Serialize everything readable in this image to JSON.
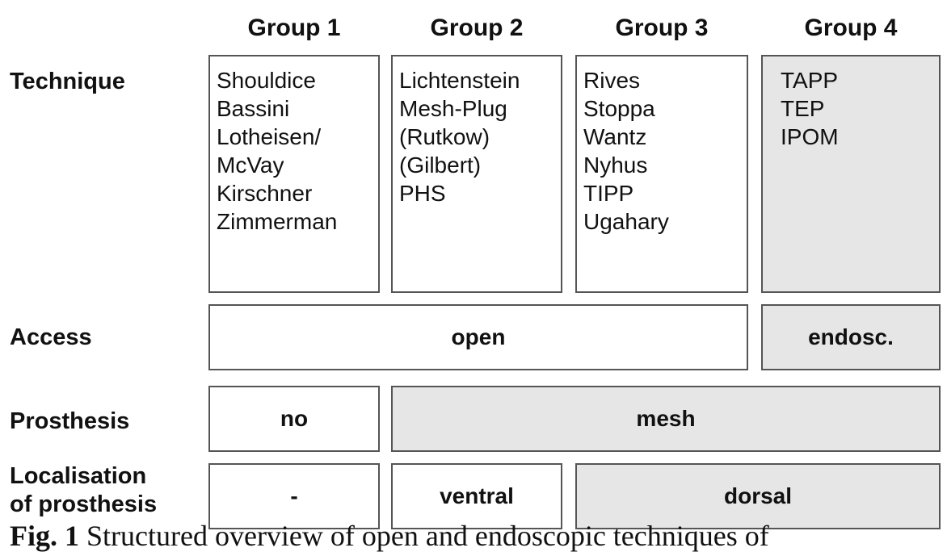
{
  "groups": [
    "Group 1",
    "Group 2",
    "Group 3",
    "Group 4"
  ],
  "rows": {
    "technique": "Technique",
    "access": "Access",
    "prosthesis": "Prosthesis",
    "localisation": [
      "Localisation",
      "of prosthesis"
    ]
  },
  "techniques": [
    [
      "Shouldice",
      "Bassini",
      "Lotheisen/",
      "McVay",
      "Kirschner",
      "Zimmerman"
    ],
    [
      "Lichtenstein",
      "Mesh-Plug",
      "(Rutkow)",
      "(Gilbert)",
      "PHS"
    ],
    [
      "Rives",
      "Stoppa",
      "Wantz",
      "Nyhus",
      "TIPP",
      "Ugahary"
    ],
    [
      "TAPP",
      "TEP",
      "IPOM"
    ]
  ],
  "access": {
    "open": "open",
    "endoscopic": "endosc."
  },
  "prosthesis": {
    "no": "no",
    "mesh": "mesh"
  },
  "localisation": {
    "none": "-",
    "ventral": "ventral",
    "dorsal": "dorsal"
  },
  "caption": {
    "label": "Fig. 1",
    "text": "Structured overview of open and endoscopic techniques of"
  },
  "colors": {
    "shaded_fill": "#e6e6e6",
    "border": "#555555"
  }
}
